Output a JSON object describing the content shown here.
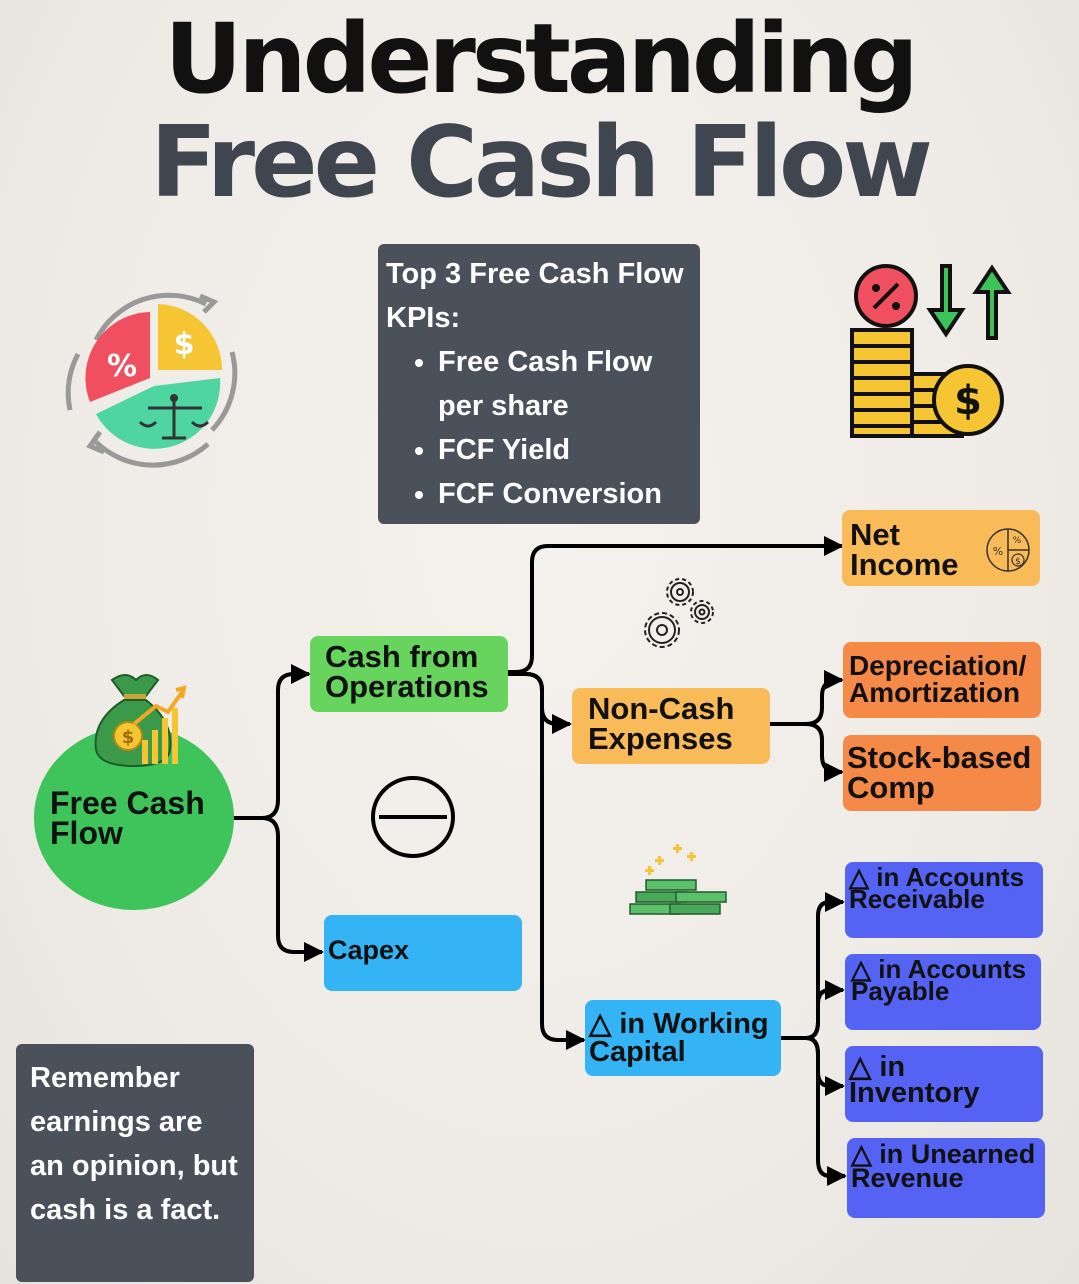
{
  "title": {
    "line1": "Understanding",
    "line2": "Free Cash Flow"
  },
  "kpi_box": {
    "heading": "Top 3 Free Cash Flow KPIs:",
    "items": [
      "Free Cash Flow per share",
      "FCF Yield",
      "FCF Conversion"
    ]
  },
  "nodes": {
    "free_cash_flow": "Free Cash Flow",
    "cash_from_operations": "Cash from Operations",
    "capex": "Capex",
    "net_income": "Net Income",
    "non_cash_expenses": "Non-Cash Expenses",
    "depreciation": "Depreciation/ Amortization",
    "stock_based_comp": "Stock-based Comp",
    "working_capital": "△ in Working Capital",
    "accounts_receivable": "△ in Accounts Receivable",
    "accounts_payable": "△ in Accounts Payable",
    "inventory": "△ in Inventory",
    "unearned_revenue": "△ in Unearned Revenue"
  },
  "operator": "minus",
  "quote": "Remember earnings are an opinion, but cash is a fact.",
  "colors": {
    "title_dark": "#111111",
    "title_grey": "#3f4650",
    "dark_box": "#4a515b",
    "green": "#67d45d",
    "fcf_circle": "#3fc45b",
    "light_orange": "#f9bb58",
    "orange": "#f58a48",
    "cyan": "#35b4f5",
    "blue": "#5463f4"
  },
  "icons": [
    "pie-cycle-icon",
    "coins-arrows-icon",
    "percent-dollar-icon",
    "gears-icon",
    "money-stack-icon",
    "money-bag-icon",
    "minus-circle-icon"
  ]
}
